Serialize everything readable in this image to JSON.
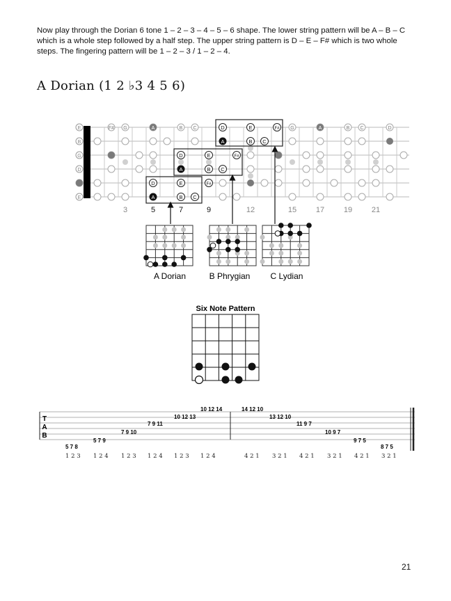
{
  "intro_text": "Now play through the Dorian 6 tone 1 – 2 – 3 – 4 – 5 – 6 shape. The lower string pattern will be A – B – C which is a whole step followed by a half step. The upper string pattern is D – E – F# which is two whole steps. The fingering pattern will be 1 – 2 – 3 / 1 – 2 – 4.",
  "heading": "A Dorian (1 2 ♭3 4 5 6)",
  "fretboard": {
    "string_names": [
      "E",
      "B",
      "G",
      "D",
      "A",
      "E"
    ],
    "fret_numbers": [
      "3",
      "5",
      "7",
      "9",
      "12",
      "15",
      "17",
      "19",
      "21"
    ],
    "top_string_notes": [
      "F#",
      "G",
      "A",
      "B",
      "C",
      "D",
      "E",
      "F#",
      "G",
      "A",
      "B",
      "C",
      "D"
    ],
    "box_notes": {
      "upper_d_string": [
        "D",
        "E",
        "F#"
      ],
      "lower_a_string": [
        "A",
        "B",
        "C"
      ]
    }
  },
  "mode_diagrams": [
    {
      "label": "A Dorian"
    },
    {
      "label": "B Phrygian"
    },
    {
      "label": "C Lydian"
    }
  ],
  "six_note_pattern": {
    "title": "Six Note Pattern"
  },
  "tab": {
    "clef": [
      "T",
      "A",
      "B"
    ],
    "ascending_numbers": [
      "5 7 8",
      "5 7 9",
      "7 9 10",
      "7 9 11",
      "10 12 13",
      "10 12 14"
    ],
    "descending_numbers": [
      "14 12 10",
      "13 12 10",
      "11 9 7",
      "10 9 7",
      "9 7 5",
      "8 7 5"
    ],
    "fingering": [
      "1 2 3",
      "1 2 4",
      "1 2 3",
      "1 2 4",
      "1 2 3",
      "1 2 4",
      "4 2 1",
      "3 2 1",
      "4 2 1",
      "3 2 1",
      "4 2 1",
      "3 2 1"
    ]
  },
  "page_number": "21"
}
